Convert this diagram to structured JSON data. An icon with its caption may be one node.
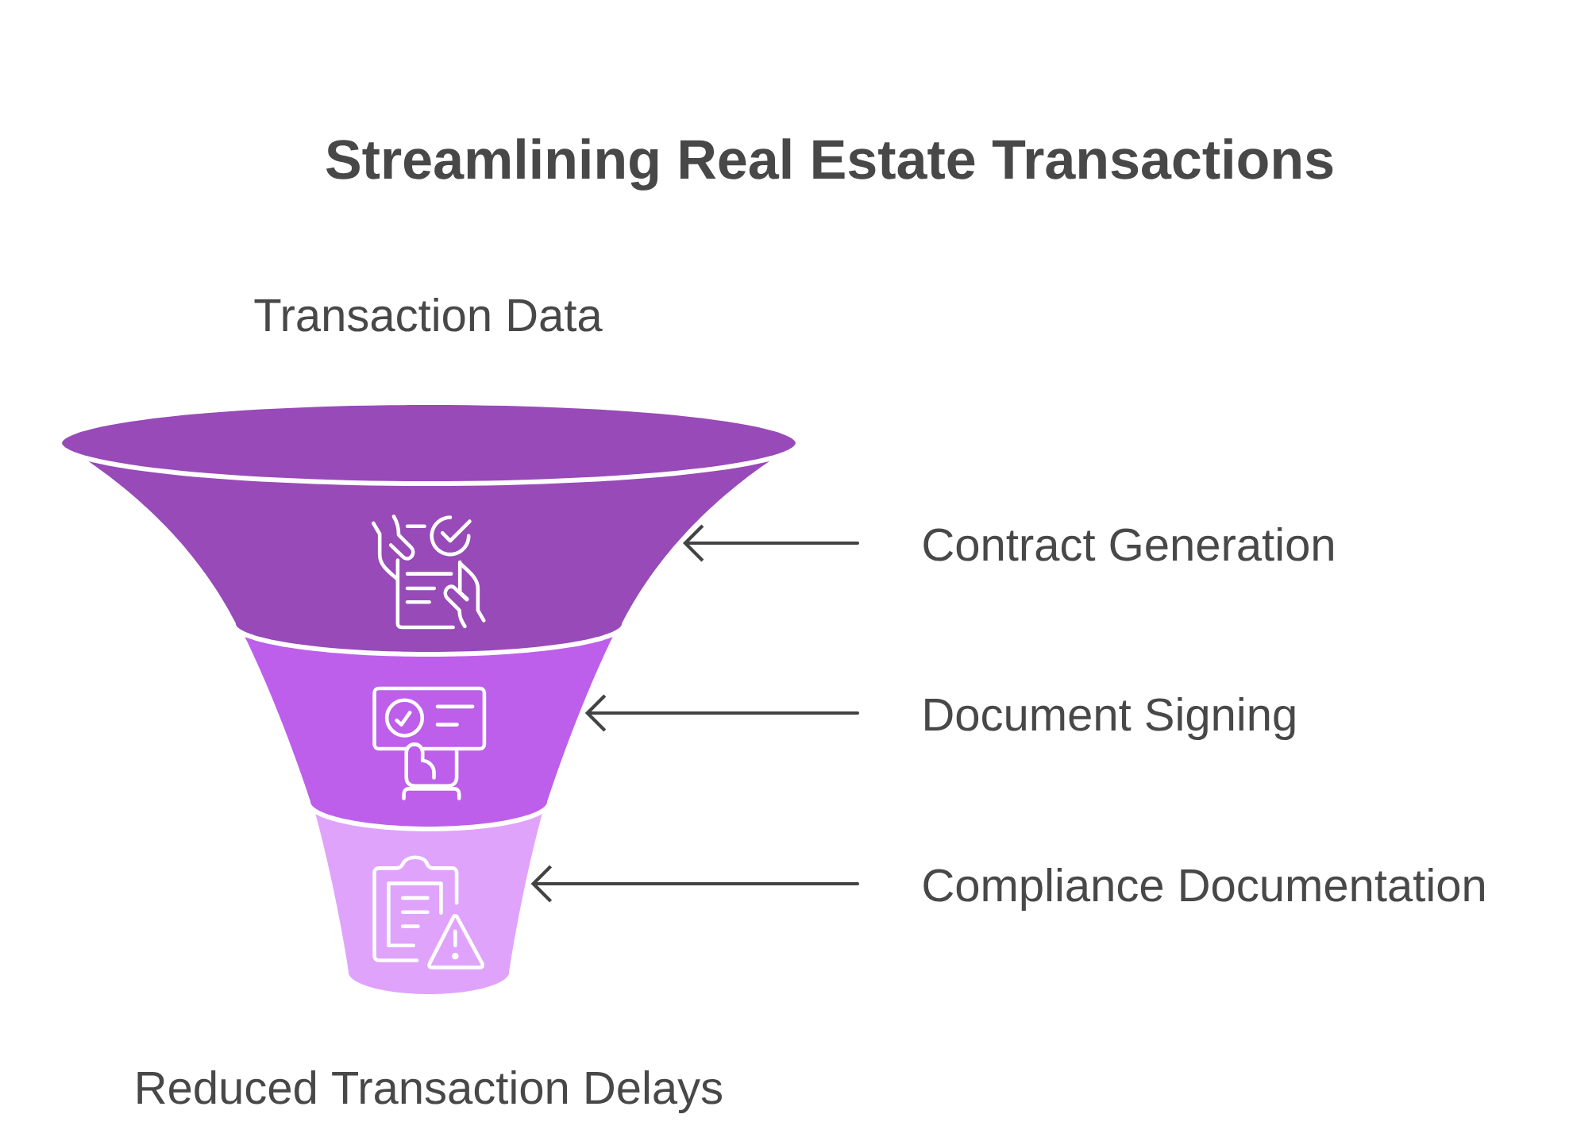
{
  "diagram": {
    "title": "Streamlining Real Estate Transactions",
    "nodes": [
      {
        "text": [],
        "shape": "band"
      },
      {
        "text": [],
        "shape": "band"
      },
      {
        "text": [],
        "shape": "band"
      },
      {
        "text": [
          "Contract Generation"
        ]
      },
      {
        "text": [
          "Document Signing"
        ]
      },
      {
        "text": [
          "Compliance Documentation"
        ]
      }
    ],
    "edges": [
      {
        "from": 3,
        "to": 0,
        "arrow": "to"
      },
      {
        "from": 4,
        "to": 1,
        "arrow": "to"
      },
      {
        "from": 5,
        "to": 2,
        "arrow": "to"
      }
    ],
    "labels": [
      "Transaction Data",
      "Reduced Transaction Delays"
    ]
  }
}
